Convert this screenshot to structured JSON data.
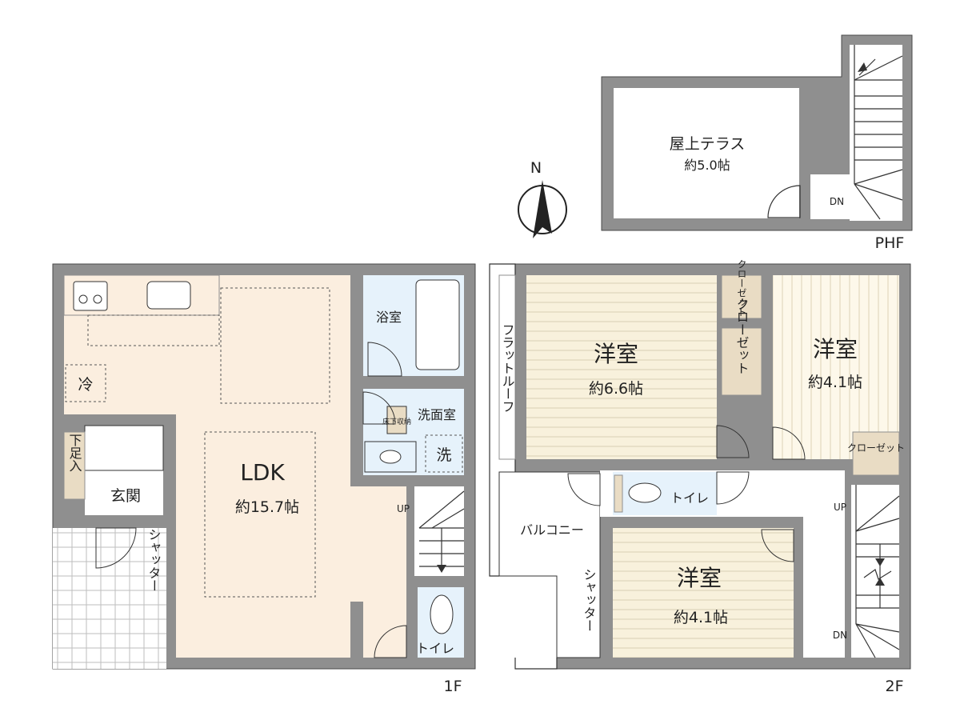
{
  "colors": {
    "wall": "#8f8f8f",
    "wall_outline": "#4a4a4a",
    "ldk_floor": "#fbeedf",
    "bath_floor": "#e6f2fb",
    "room_floor": "#f8f1dc",
    "closet_floor": "#e9dcc4",
    "stair_floor": "#ffffff",
    "entrance_tile": "#d8d8d8"
  },
  "floors": {
    "first": "1F",
    "second": "2F",
    "roof": "PHF"
  },
  "compass": {
    "north_label": "N"
  },
  "first_floor": {
    "ldk_name": "LDK",
    "ldk_size": "約15.7帖",
    "fridge": "冷",
    "shoe_storage": "下足入",
    "entrance": "玄関",
    "shutter": "シャッター",
    "bath": "浴室",
    "washroom": "洗面室",
    "underfloor": "床下収納",
    "washer": "洗",
    "toilet": "トイレ",
    "up": "UP"
  },
  "second_floor": {
    "room_a_name": "洋室",
    "room_a_size": "約6.6帖",
    "room_b_name": "洋室",
    "room_b_size": "約4.1帖",
    "room_c_name": "洋室",
    "room_c_size": "約4.1帖",
    "closet": "クローゼット",
    "flat_roof": "フラットルーフ",
    "balcony": "バルコニー",
    "shutter": "シャッター",
    "toilet": "トイレ",
    "up": "UP",
    "dn": "DN"
  },
  "roof_floor": {
    "terrace_name": "屋上テラス",
    "terrace_size": "約5.0帖",
    "dn": "DN"
  }
}
